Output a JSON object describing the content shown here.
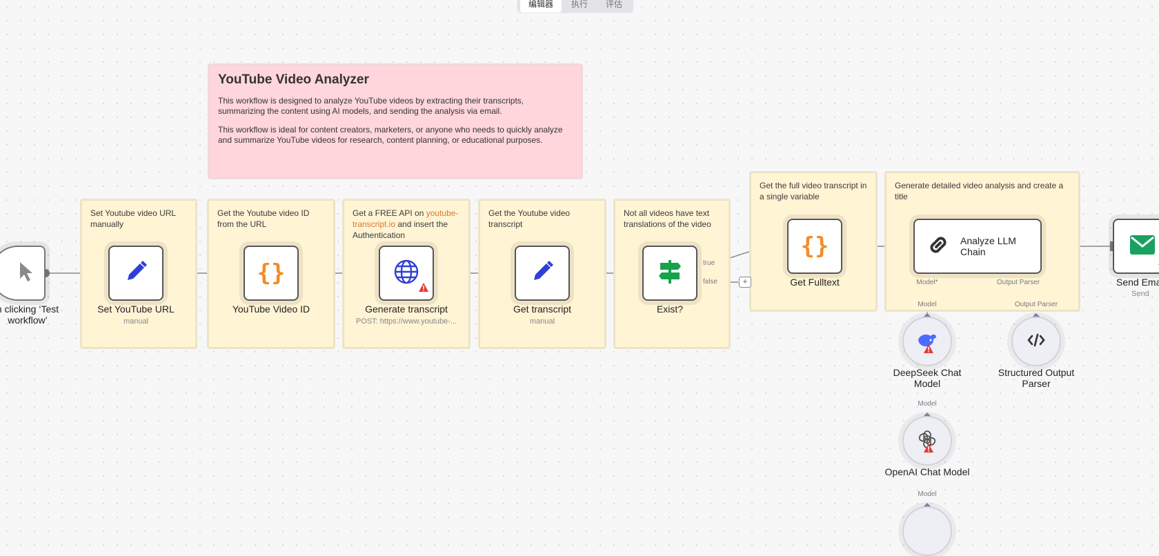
{
  "tabs": [
    "编辑器",
    "执行",
    "评估"
  ],
  "main_note": {
    "title": "YouTube Video Analyzer",
    "p1": "This workflow is designed to analyze YouTube videos by extracting their transcripts, summarizing the content using AI models, and sending the analysis via email.",
    "p2": "This workflow is ideal for content creators, marketers, or anyone who needs to quickly analyze and summarize YouTube videos for research, content planning, or educational purposes."
  },
  "sticky_notes": {
    "set_url": "Set Youtube video URL manually",
    "get_id": "Get the Youtube video ID from the URL",
    "api_prefix": "Get a FREE API on ",
    "api_link": "youtube-transcript.io",
    "api_suffix": " and insert the Authentication",
    "get_transcript": "Get the Youtube video transcript",
    "exist": "Not all videos have text translations of the video",
    "fulltext": "Get the full video transcript in a single variable",
    "analysis": "Generate detailed video analysis and create a title"
  },
  "nodes": {
    "trigger": {
      "label_line1": "n clicking ‘Test",
      "label_line2": "workflow’"
    },
    "set_url": {
      "label": "Set YouTube URL",
      "sub": "manual"
    },
    "video_id": {
      "label": "YouTube Video ID"
    },
    "gen_transcript": {
      "label": "Generate transcript",
      "sub": "POST: https://www.youtube-..."
    },
    "get_transcript": {
      "label": "Get transcript",
      "sub": "manual"
    },
    "exist": {
      "label": "Exist?",
      "out_true": "true",
      "out_false": "false"
    },
    "fulltext": {
      "label": "Get Fulltext"
    },
    "llm_chain": {
      "label": "Analyze LLM Chain",
      "port_model": "Model*",
      "port_parser": "Output Parser"
    },
    "send_email": {
      "label": "Send Ema",
      "sub": "Send"
    },
    "deepseek": {
      "port": "Model",
      "label": "DeepSeek Chat Model"
    },
    "parser": {
      "port": "Output Parser",
      "label": "Structured Output Parser"
    },
    "openai": {
      "port": "Model",
      "label": "OpenAI Chat Model"
    },
    "extra_model": {
      "port": "Model"
    }
  },
  "colors": {
    "accent_blue": "#2f3fd6",
    "accent_orange": "#f28c28",
    "green": "#16a34a",
    "warning": "#e53935"
  }
}
